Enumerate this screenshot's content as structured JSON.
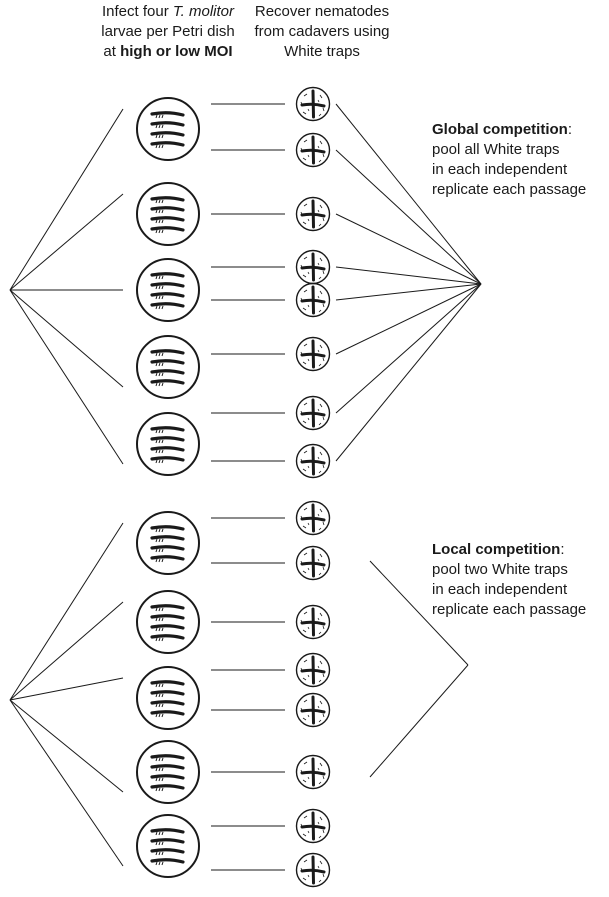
{
  "headers": {
    "infect": {
      "line1_pre": "Infect four ",
      "line1_em": "T. molitor",
      "line2": "larvae per Petri dish",
      "line3_pre": "at ",
      "line3_bold": "high or low MOI"
    },
    "recover": {
      "line1": "Recover nematodes",
      "line2": "from cadavers using",
      "line3": "White traps"
    }
  },
  "global_note": {
    "title": "Global competition",
    "title_suffix": ":",
    "line2": "pool all White traps",
    "line3": "in each independent",
    "line4": "replicate each passage"
  },
  "local_note": {
    "title": "Local competition",
    "title_suffix": ":",
    "line2": "pool two White traps",
    "line3": "in each independent",
    "line4": "replicate each passage"
  },
  "icons": {
    "infection_dish": "petri-dish-with-four-larvae-icon",
    "white_trap": "white-trap-dish-icon"
  },
  "colors": {
    "line": "#1a1a1a",
    "background": "#ffffff"
  }
}
